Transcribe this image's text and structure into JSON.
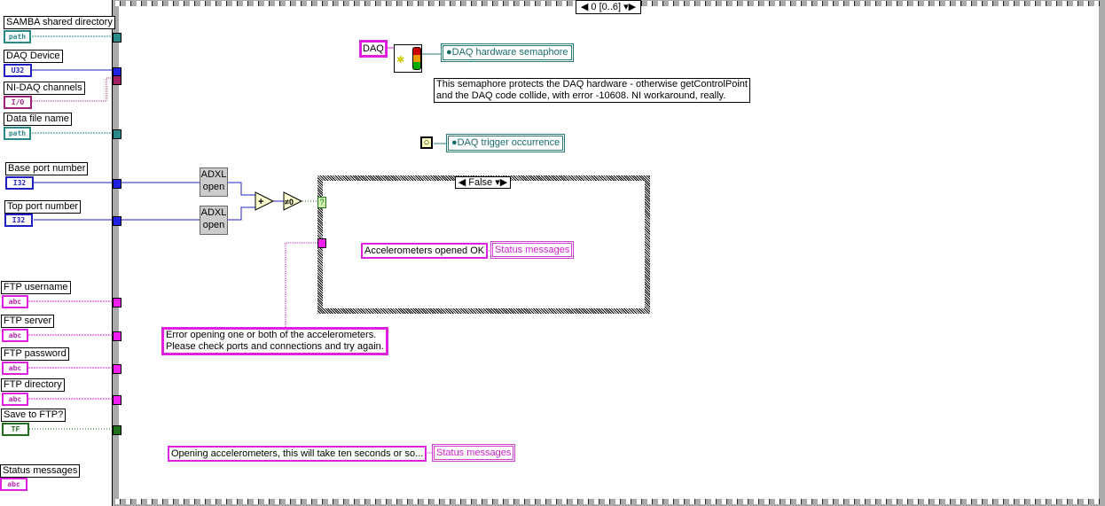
{
  "sequence": {
    "selector": "0 [0..6]"
  },
  "controls": [
    {
      "label": "SAMBA shared directory",
      "type": "path",
      "terminal": "path",
      "color": "#2a8a8a"
    },
    {
      "label": "DAQ Device",
      "type": "U32",
      "terminal": "U32",
      "color": "#2020c0"
    },
    {
      "label": "NI-DAQ channels",
      "type": "I/O",
      "terminal": "I/O",
      "color": "#a02080"
    },
    {
      "label": "Data file name",
      "type": "path",
      "terminal": "path",
      "color": "#2a8a8a"
    },
    {
      "label": "Base port number",
      "type": "I32",
      "terminal": "I32",
      "color": "#2020c0"
    },
    {
      "label": "Top port number",
      "type": "I32",
      "terminal": "I32",
      "color": "#2020c0"
    },
    {
      "label": "FTP username",
      "type": "string",
      "terminal": "abc",
      "color": "#e020e0"
    },
    {
      "label": "FTP server",
      "type": "string",
      "terminal": "abc",
      "color": "#e020e0"
    },
    {
      "label": "FTP password",
      "type": "string",
      "terminal": "abc",
      "color": "#e020e0"
    },
    {
      "label": "FTP directory",
      "type": "string",
      "terminal": "abc",
      "color": "#e020e0"
    },
    {
      "label": "Save to FTP?",
      "type": "boolean",
      "terminal": "TF",
      "color": "#207020"
    },
    {
      "label": "Status messages",
      "type": "string",
      "terminal": "abc",
      "color": "#e020e0"
    }
  ],
  "semaphore": {
    "name_constant": "DAQ",
    "global": "DAQ hardware semaphore",
    "comment": "This semaphore protects the DAQ hardware - otherwise getControlPoint\nand the DAQ code collide, with error -10608. NI workaround, really."
  },
  "occurrence": {
    "global": "DAQ trigger occurrence"
  },
  "adxl": {
    "label_1": "ADXL",
    "label_2": "open"
  },
  "operators": {
    "add": "+",
    "not_zero": "≠0"
  },
  "case": {
    "selector": "False",
    "selector_terminal": "?",
    "message": "Accelerometers opened OK",
    "indicator": "Status messages"
  },
  "error_message": "Error opening one or both of the accelerometers.\nPlease check ports and connections and try again.",
  "opening_message": "Opening accelerometers, this will take ten seconds or so...",
  "opening_indicator": "Status messages"
}
